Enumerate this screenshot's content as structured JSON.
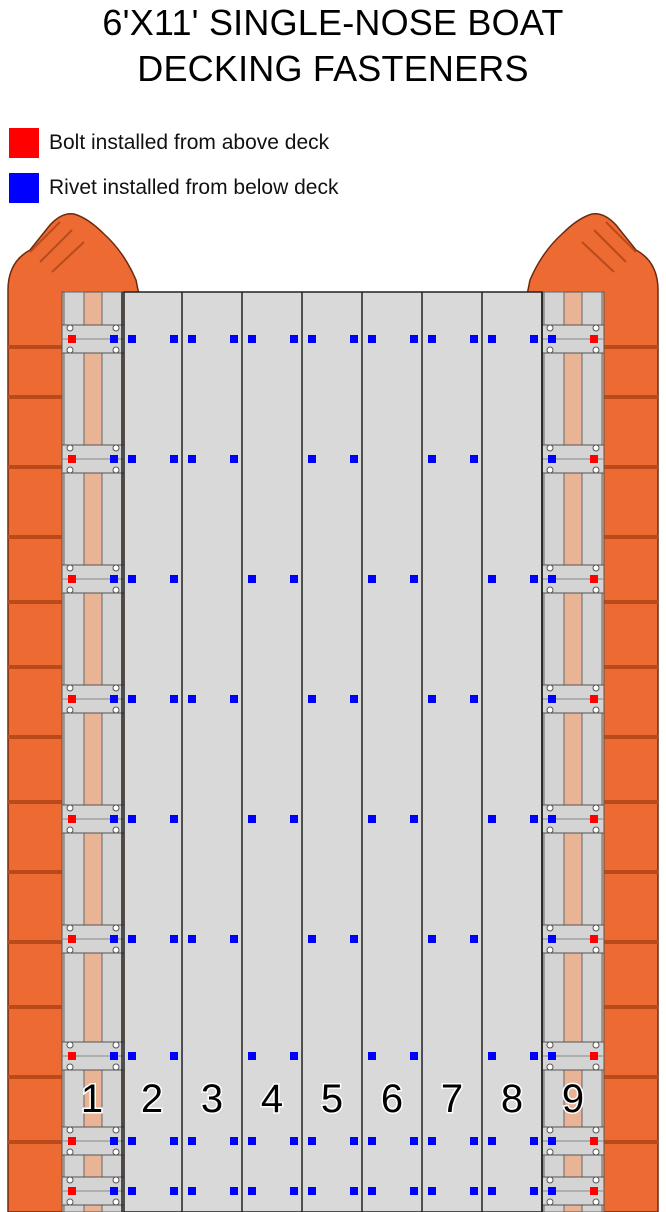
{
  "title": {
    "line1": "6'X11' SINGLE-NOSE BOAT",
    "line2": "DECKING FASTENERS"
  },
  "legend": [
    {
      "label": "Bolt installed from above deck",
      "color": "#ff0000"
    },
    {
      "label": "Rivet installed from below deck",
      "color": "#0000ff"
    }
  ],
  "colors": {
    "pontoon": "#ee6a33",
    "pontoon_shadow": "#b84a1c",
    "frame": "#d4d4d4",
    "deck": "#d9d9d9",
    "bolt": "#ff0000",
    "rivet": "#0000ff"
  },
  "panels": [
    "1",
    "2",
    "3",
    "4",
    "5",
    "6",
    "7",
    "8",
    "9"
  ],
  "cross_member_count": 9,
  "rivet_pattern": {
    "panel_2": "every cross member",
    "panels_3_5_7": "cross members 1, 2, 4, 6, 8, 9",
    "panels_4_6_8": "cross members 1, 3, 5, 7, 8, 9",
    "outer_panels_1_9": "bolt at pontoon side, rivet at inner side on every cross member"
  }
}
